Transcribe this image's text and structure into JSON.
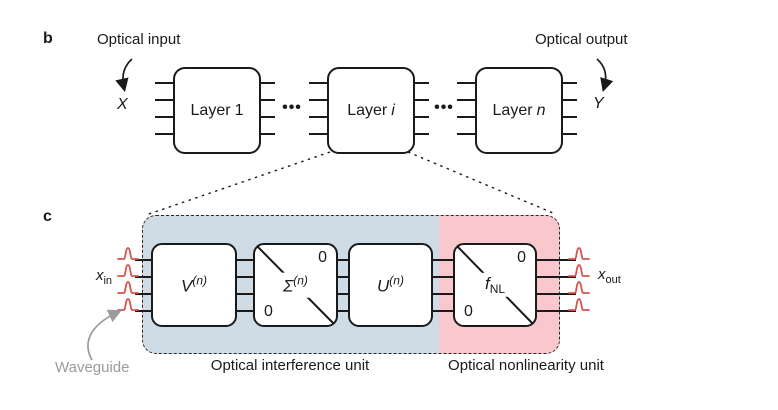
{
  "colors": {
    "interference_bg": "#cfdce5",
    "nonlinearity_bg": "#f8c8cd",
    "pulse": "#d9534f",
    "gray_label": "#9b9b9b"
  },
  "panel_b": {
    "label": "b",
    "input_caption": "Optical input",
    "output_caption": "Optical output",
    "input_var": "X",
    "output_var": "Y",
    "dots": "•••",
    "layers": [
      {
        "prefix": "Layer",
        "index": "1"
      },
      {
        "prefix": "Layer",
        "index": "i"
      },
      {
        "prefix": "Layer",
        "index": "n"
      }
    ]
  },
  "panel_c": {
    "label": "c",
    "x_in": {
      "base": "x",
      "sub": "in"
    },
    "x_out": {
      "base": "x",
      "sub": "out"
    },
    "waveguide_label": "Waveguide",
    "interference_caption": "Optical interference unit",
    "nonlinearity_caption": "Optical nonlinearity unit",
    "blocks": [
      {
        "base": "V",
        "sup": "(n)"
      },
      {
        "base": "Σ",
        "sup": "(n)",
        "zero_top": "0",
        "zero_bottom": "0"
      },
      {
        "base": "U",
        "sup": "(n)"
      },
      {
        "base": "f",
        "sub": "NL",
        "zero_top": "0",
        "zero_bottom": "0"
      }
    ]
  }
}
